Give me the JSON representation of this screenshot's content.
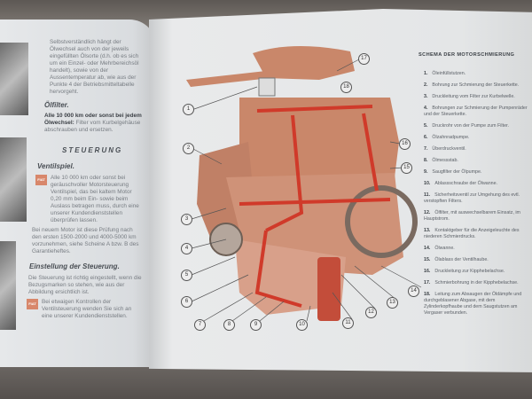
{
  "left_page": {
    "intro": "Selbstverständlich hängt der Ölwechsel auch von der jeweils eingefüllten Ölsorte (d.h. ob es sich um ein Einzel- oder Mehrbereichsöl handelt), sowie von der Aussentemperatur ab, wie aus der Punkte 4 der Betriebsmitteltabelle hervorgeht.",
    "oelfilter_heading": "Ölfilter.",
    "oelfilter_bold": "Alle 10 000 km oder sonst bei jedem Ölwechsel:",
    "oelfilter_text": "Filter vom Kurbelgehäuse abschrauben und ersetzen.",
    "section_title": "STEUERUNG",
    "ventilspiel_heading": "Ventilspiel.",
    "ventilspiel_text": "Alle 10 000 km oder sonst bei geräuschvoller Motorsteuerung Ventilspiel, das bei kaltem Motor 0,20 mm beim Ein- sowie beim Auslass betragen muss, durch eine unserer Kundendienststellen überprüfen lassen.",
    "ventilspiel_text2": "Bei neuem Motor ist diese Prüfung nach den ersten 1500-2000 und 4000-5000 km vorzunehmen, siehe Scheine A bzw. B des Garantieheftes.",
    "einstellung_heading": "Einstellung der Steuerung.",
    "einstellung_text": "Die Steuerung ist richtig eingestellt, wenn die Bezugsmarken so stehen, wie aus der Abbildung ersichtlich ist.",
    "einstellung_text2": "Bei etwaigen Kontrollen der Ventilsteuerung wenden Sie sich an eine unserer Kundendienststellen.",
    "badge": "FIAT"
  },
  "right_page": {
    "title": "SCHEMA DER MOTORSCHMIERUNG",
    "items": [
      {
        "n": "1.",
        "t": "Öleinfüllstutzen."
      },
      {
        "n": "2.",
        "t": "Bohrung zur Schmierung der Steuerkette."
      },
      {
        "n": "3.",
        "t": "Druckleitung vom Filter zur Kurbelwelle."
      },
      {
        "n": "4.",
        "t": "Bohrungen zur Schmierung der Pumpenräder und der Steuerkette."
      },
      {
        "n": "5.",
        "t": "Druckrohr von der Pumpe zum Filter."
      },
      {
        "n": "6.",
        "t": "Ölzahnradpumpe."
      },
      {
        "n": "7.",
        "t": "Überdruckventil."
      },
      {
        "n": "8.",
        "t": "Ölmessstab."
      },
      {
        "n": "9.",
        "t": "Saugfilter der Ölpumpe."
      },
      {
        "n": "10.",
        "t": "Ablassschraube der Ölwanne."
      },
      {
        "n": "11.",
        "t": "Sicherheitsventil zur Umgehung des evtl. verstopften Filters."
      },
      {
        "n": "12.",
        "t": "Ölfilter, mit auswechselbarem Einsatz, im Hauptstrom."
      },
      {
        "n": "13.",
        "t": "Kontaktgeber für die Anzeigeleuchte des niederen Schmierdrucks."
      },
      {
        "n": "14.",
        "t": "Ölwanne."
      },
      {
        "n": "15.",
        "t": "Ölablass der Ventilhaube."
      },
      {
        "n": "16.",
        "t": "Druckleitung zur Kipphebelachse."
      },
      {
        "n": "17.",
        "t": "Schmierbohrung in der Kipphebelachse."
      },
      {
        "n": "18.",
        "t": "Leitung zum Absaugen der Öldämpfe und durchgeblasener Abgase, mit dem Zylinderkopfhaube und dem Saugstutzen am Vergaser verbunden."
      }
    ],
    "callouts": [
      "1",
      "2",
      "3",
      "4",
      "5",
      "6",
      "7",
      "8",
      "9",
      "10",
      "11",
      "12",
      "13",
      "14",
      "15",
      "16",
      "17",
      "18"
    ]
  },
  "colors": {
    "engine": "#c9876a",
    "oil": "#d03a2a",
    "page": "#e6e8e9"
  }
}
